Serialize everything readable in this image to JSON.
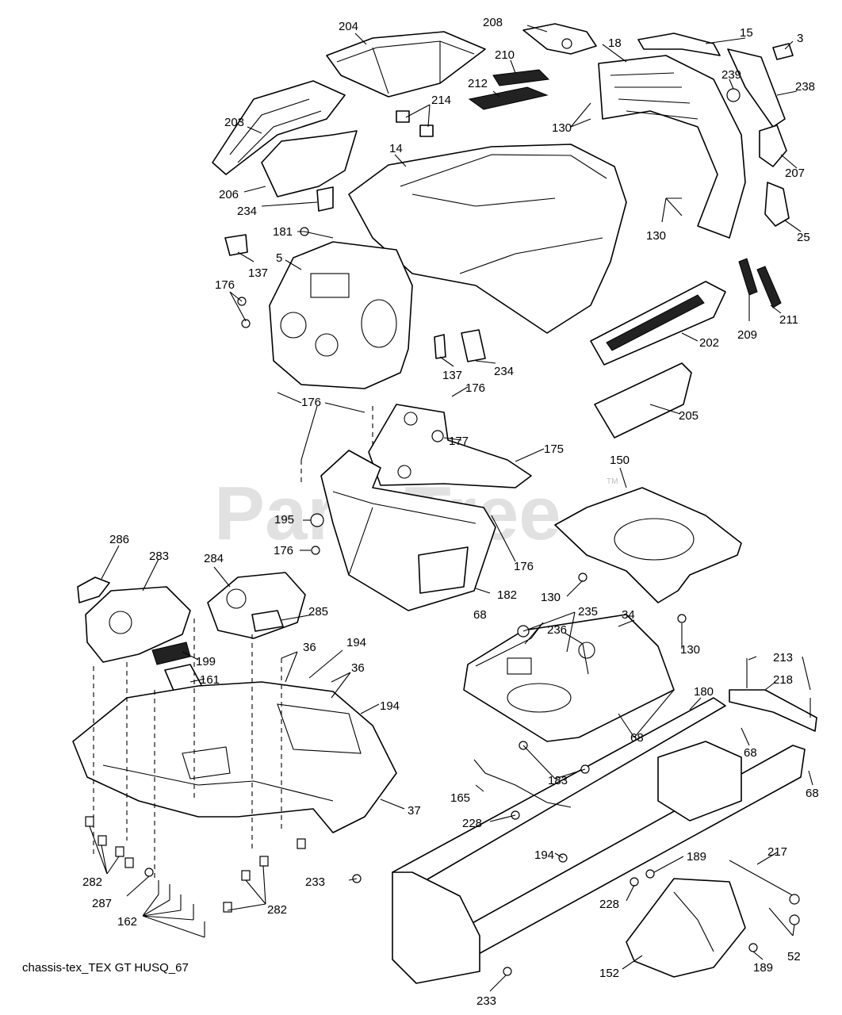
{
  "watermark": {
    "text": "PartsTree",
    "trademark": "TM"
  },
  "caption": "chassis-tex_TEX GT HUSQ_67",
  "callouts": {
    "c204": "204",
    "c208": "208",
    "c15": "15",
    "c3": "3",
    "c18": "18",
    "c210": "210",
    "c212": "212",
    "c214": "214",
    "c239": "239",
    "c238": "238",
    "c130a": "130",
    "c203": "203",
    "c14": "14",
    "c207": "207",
    "c206": "206",
    "c234a": "234",
    "c130b": "130",
    "c25": "25",
    "c181": "181",
    "c137a": "137",
    "c5": "5",
    "c176a": "176",
    "c209": "209",
    "c211": "211",
    "c202": "202",
    "c137b": "137",
    "c234b": "234",
    "c176b": "176",
    "c176c": "176",
    "c205": "205",
    "c177": "177",
    "c175": "175",
    "c150": "150",
    "c195": "195",
    "c176d": "176",
    "c176e": "176",
    "c286": "286",
    "c283": "283",
    "c284": "284",
    "c182": "182",
    "c130c": "130",
    "c285": "285",
    "c235": "235",
    "c68a": "68",
    "c34": "34",
    "c236": "236",
    "c130d": "130",
    "c36a": "36",
    "c194a": "194",
    "c199": "199",
    "c36b": "36",
    "c161": "161",
    "c213": "213",
    "c218": "218",
    "c194b": "194",
    "c180": "180",
    "c68b": "68",
    "c68c": "68",
    "c183": "183",
    "c165": "165",
    "c68d": "68",
    "c37": "37",
    "c228a": "228",
    "c194c": "194",
    "c189a": "189",
    "c217": "217",
    "c282a": "282",
    "c287": "287",
    "c233a": "233",
    "c228b": "228",
    "c282b": "282",
    "c162": "162",
    "c52": "52",
    "c189b": "189",
    "c152": "152",
    "c233b": "233"
  }
}
